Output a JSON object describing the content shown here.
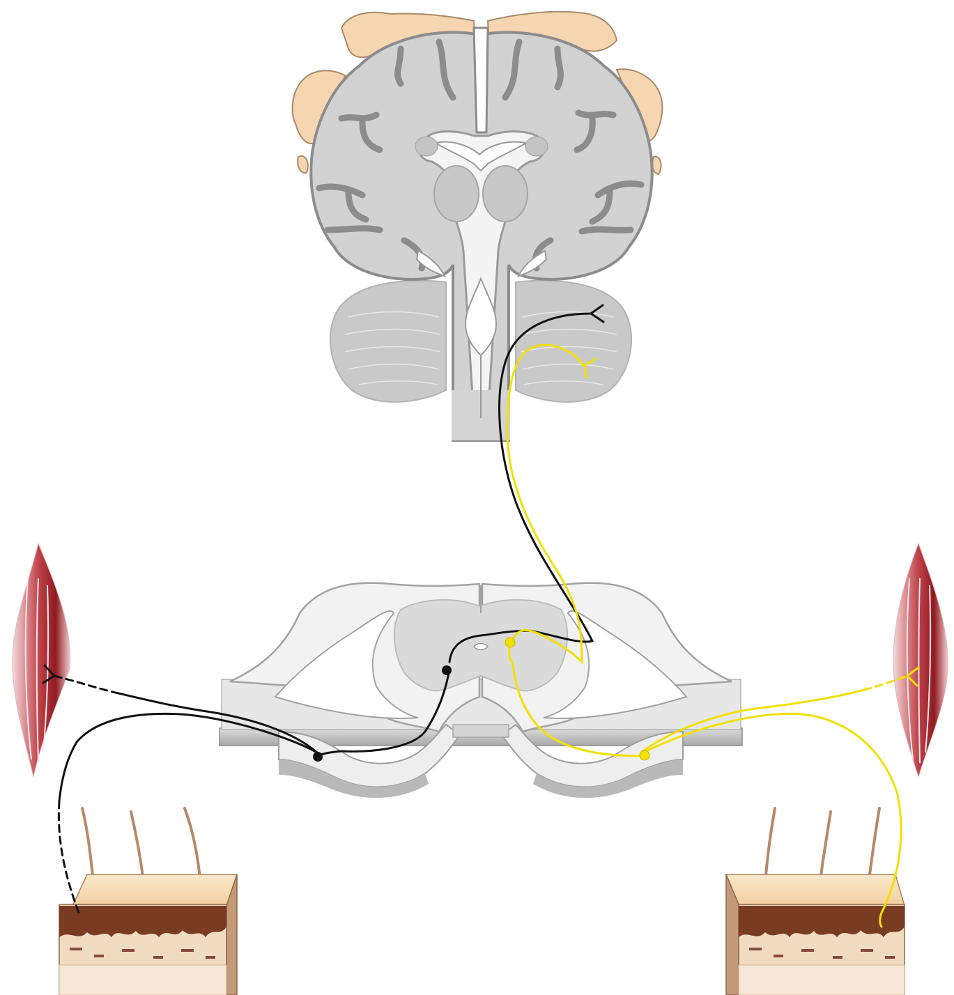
{
  "diagram": {
    "colors": {
      "background": "#ffffff",
      "brain_gray": "#d2d2d2",
      "gray_outline": "#8c8c8c",
      "white_matter": "#f4f4f4",
      "skull_bone": "#f6d6b0",
      "cerebellum": "#c6c6c6",
      "pathway_black": "#111111",
      "pathway_yellow": "#f2e000",
      "muscle_red": "#8f1a22",
      "skin_epidermis": "#f5dcb4",
      "skin_dermis": "#7a3b23",
      "hair": "#b48a6a"
    },
    "parts": [
      "brain-coronal-section",
      "skull-fragments",
      "cerebellum",
      "brainstem",
      "spinal-cord-cross-section",
      "left-muscle",
      "right-muscle",
      "left-skin-block",
      "right-skin-block",
      "black-pathway",
      "yellow-pathway"
    ]
  }
}
